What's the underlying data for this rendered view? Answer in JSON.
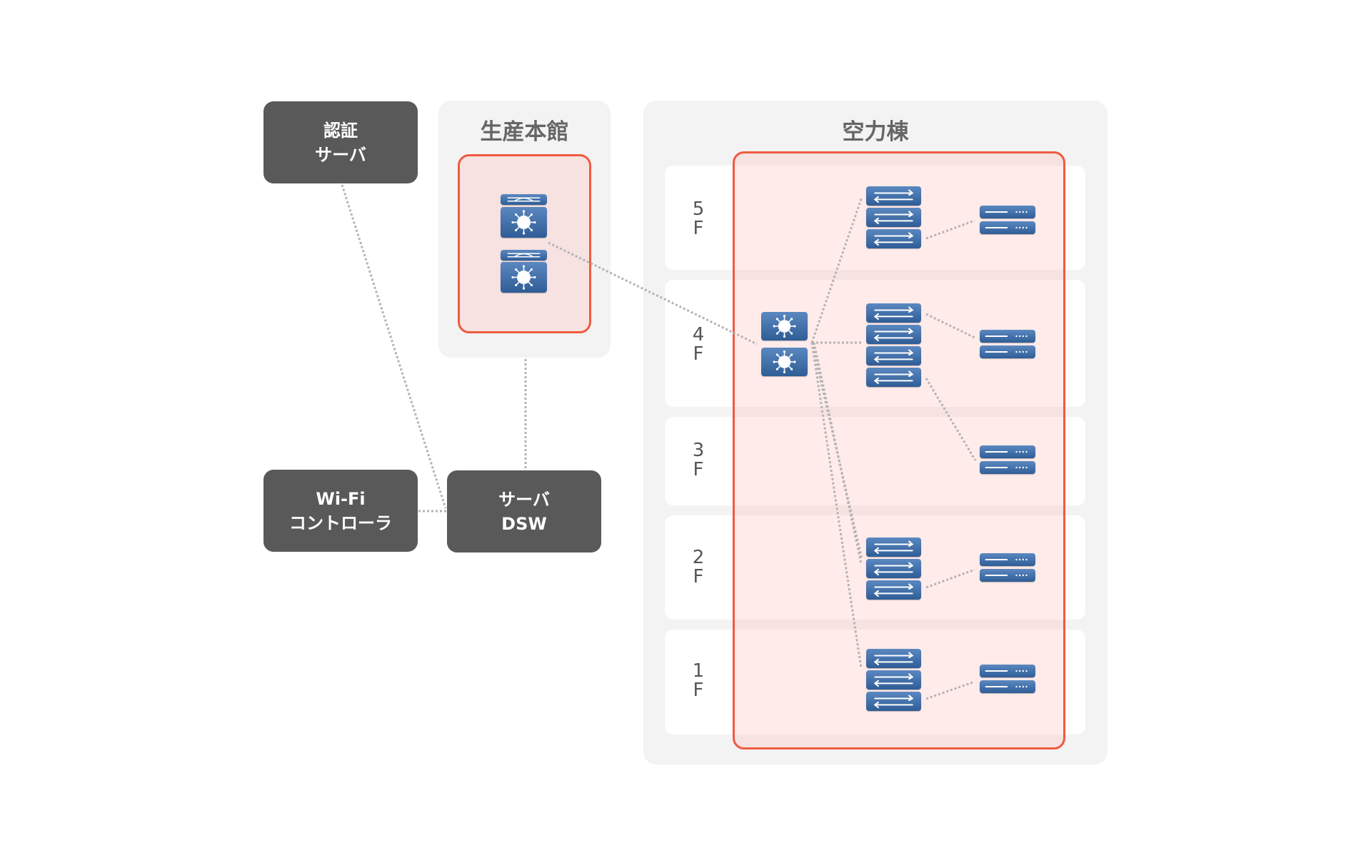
{
  "nodes": {
    "auth_server": {
      "line1": "認証",
      "line2": "サーバ"
    },
    "wifi_controller": {
      "line1": "Wi-Fi",
      "line2": "コントローラ"
    },
    "server_dsw": {
      "line1": "サーバ",
      "line2": "DSW"
    }
  },
  "buildings": {
    "main": {
      "title": "生産本館",
      "devices": [
        "core-switch",
        "core-switch"
      ]
    },
    "aero": {
      "title": "空力棟",
      "floors": [
        {
          "num": "5",
          "unit": "F",
          "access_switches": 3,
          "access_points": 1
        },
        {
          "num": "4",
          "unit": "F",
          "access_switches": 4,
          "access_points": 1,
          "core_switches": 2
        },
        {
          "num": "3",
          "unit": "F",
          "access_switches": 0,
          "access_points": 1
        },
        {
          "num": "2",
          "unit": "F",
          "access_switches": 3,
          "access_points": 1
        },
        {
          "num": "1",
          "unit": "F",
          "access_switches": 3,
          "access_points": 1
        }
      ]
    }
  },
  "colors": {
    "node_bg": "#595959",
    "group_bg": "#f3f3f3",
    "highlight_border": "#ef5a40",
    "device_blue": "#3a6aa6",
    "wire": "#b3b3b3"
  }
}
